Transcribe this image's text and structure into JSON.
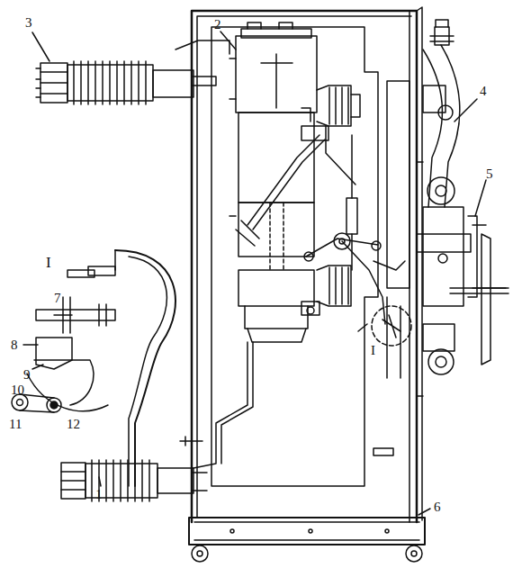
{
  "diagram": {
    "labels": [
      "3",
      "2",
      "4",
      "5",
      "I",
      "7",
      "8",
      "9",
      "10",
      "11",
      "12",
      "I",
      "1",
      "6"
    ]
  }
}
